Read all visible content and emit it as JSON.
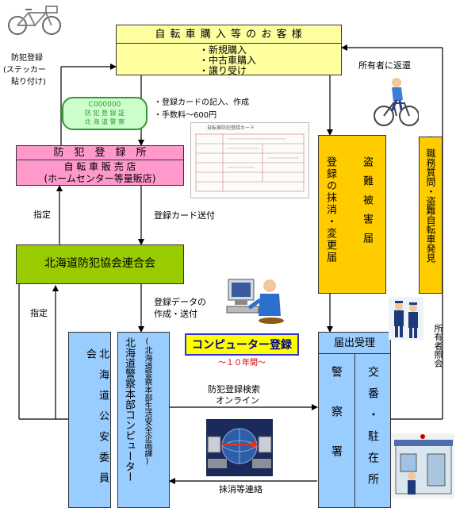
{
  "customers": {
    "title": "自 転 車 購 入 等 の お 客 様",
    "items": [
      "・新規購入",
      "・中古車購入",
      "・譲り受け"
    ]
  },
  "sticker_note": [
    "防犯登録",
    "(ステッカー",
    "貼り付け)"
  ],
  "sticker": {
    "line1": "C000000",
    "line2": "防 犯 登 録 証",
    "line3": "北 海 道 警 察"
  },
  "card_notes": [
    "・登録カードの記入、作成",
    "・手数料～600円"
  ],
  "card_image": {
    "title": "自転車防犯登録カード"
  },
  "registration_office": {
    "title": "防　犯　登　録　所",
    "line2": "自 転 車 販 売 店",
    "line3": "(ホームセンター等量販店)"
  },
  "return_to_owner": "所有者に返還",
  "box_theft": {
    "left": "登録の抹消・変更届",
    "right": "盗難被害届"
  },
  "box_inquiry": "職務質問・盗難自転車発見",
  "label_designate_1": "指定",
  "label_card_send": "登録カード送付",
  "federation": "北海道防犯協会連合会",
  "label_designate_2": "指定",
  "label_data_send": [
    "登録データの",
    "作成・送付"
  ],
  "computer_registration": "コンピューター登録",
  "ten_years": "～１０年間～",
  "reception": "届出受理",
  "owner_inquiry": "所有者照会",
  "commission": "北海道公安委員会",
  "police_hq": {
    "main": "北海道警察本部コンピューター",
    "sub": "(北海道警察本部生活安全企画課)"
  },
  "police_station": "警察署",
  "koban": "交番・駐在所",
  "online": [
    "防犯登録検索",
    "オンライン"
  ],
  "deletion_contact": "抹消等連絡",
  "colors": {
    "yellow": "#ffffa0",
    "pink": "#ff99cc",
    "green_box": "#99cc00",
    "orange": "#ffcc00",
    "light_blue": "#99ccff",
    "sticker_green": "#ccffcc",
    "sticker_border": "#339933",
    "comp_label_border": "#3333cc"
  },
  "icons": [
    "bicycle-icon",
    "cyclist-icon",
    "computer-operator-icon",
    "network-icon",
    "police-officers-icon",
    "koban-icon"
  ]
}
